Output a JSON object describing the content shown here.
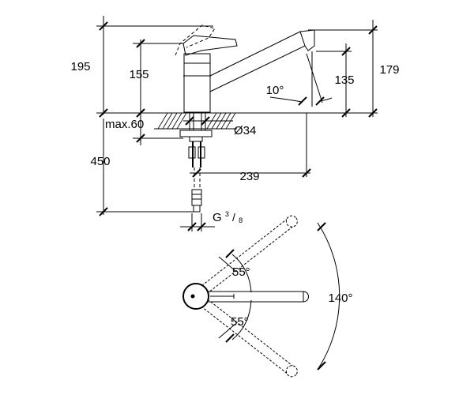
{
  "dimensions": {
    "total_height": "195",
    "body_height": "155",
    "max_mount": "max.60",
    "hole_diameter": "Ø34",
    "hose_length": "450",
    "spout_height": "179",
    "outlet_height": "135",
    "tilt_angle": "10°",
    "spout_reach": "239",
    "thread_prefix": "G",
    "thread_num": "3",
    "thread_den": "8",
    "swivel_upper": "55°",
    "swivel_lower": "55°",
    "swivel_total": "140°"
  },
  "colors": {
    "line": "#000000",
    "background": "#ffffff"
  }
}
